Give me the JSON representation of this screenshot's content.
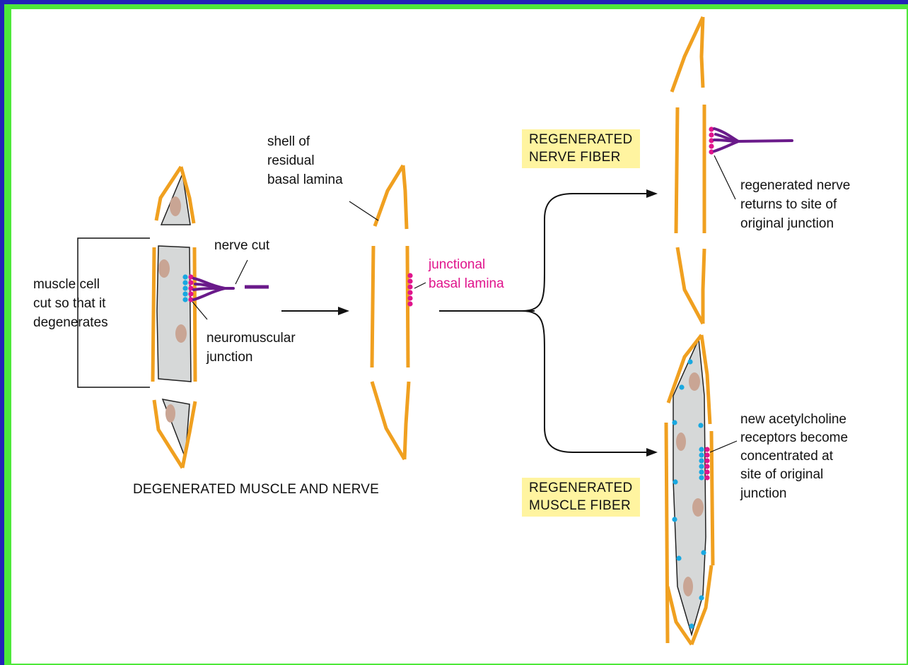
{
  "labels": {
    "shell_line1": "shell of",
    "shell_line2": "residual",
    "shell_line3": "basal lamina",
    "nerve_cut": "nerve cut",
    "muscle_line1": "muscle cell",
    "muscle_line2": "cut so that it",
    "muscle_line3": "degenerates",
    "nmj_line1": "neuromuscular",
    "nmj_line2": "junction",
    "junctional_line1": "junctional",
    "junctional_line2": "basal lamina",
    "degenerated": "DEGENERATED MUSCLE AND NERVE",
    "regen_nerve_line1": "REGENERATED",
    "regen_nerve_line2": "NERVE FIBER",
    "regen_nerve_note1": "regenerated nerve",
    "regen_nerve_note2": "returns to site of",
    "regen_nerve_note3": "original junction",
    "regen_muscle_line1": "REGENERATED",
    "regen_muscle_line2": "MUSCLE FIBER",
    "receptors_note1": "new acetylcholine",
    "receptors_note2": "receptors become",
    "receptors_note3": "concentrated at",
    "receptors_note4": "site of original",
    "receptors_note5": "junction"
  },
  "colors": {
    "lamina": "#f0a020",
    "junctional_lamina": "#e0148c",
    "receptor": "#19a8e0",
    "nerve": "#6a1a8a",
    "muscle_fill": "#d6d8d8",
    "nucleus": "#c9a594",
    "label_box": "#fff4a0",
    "frame_blue": "#2222b8",
    "frame_green": "#4ee83a"
  }
}
